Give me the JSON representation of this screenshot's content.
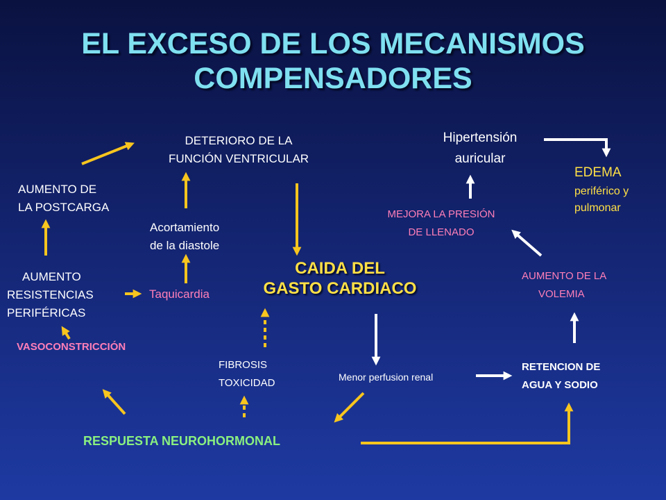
{
  "title": {
    "line1": "EL EXCESO DE LOS MECANISMOS",
    "line2": "COMPENSADORES"
  },
  "nodes": {
    "deterioro": [
      "DETERIORO DE LA",
      "FUNCIÓN VENTRICULAR"
    ],
    "postcarga": [
      "AUMENTO DE",
      "LA POSTCARGA"
    ],
    "acortamiento": [
      "Acortamiento",
      "de la diastole"
    ],
    "resistencias": [
      "AUMENTO",
      "RESISTENCIAS",
      "PERIFÉRICAS"
    ],
    "taquicardia": "Taquicardia",
    "caida": [
      "CAIDA DEL",
      "GASTO CARDIACO"
    ],
    "vasoconstriccion": "VASOCONSTRICCIÓN",
    "fibrosis": [
      "FIBROSIS",
      "TOXICIDAD"
    ],
    "respuesta": "RESPUESTA  NEUROHORMONAL",
    "hipertension": [
      "Hipertensión",
      "auricular"
    ],
    "edema": [
      "EDEMA",
      "periférico y",
      "pulmonar"
    ],
    "mejora": [
      "MEJORA LA PRESIÓN",
      "DE LLENADO"
    ],
    "volemia": [
      "AUMENTO DE LA",
      "VOLEMIA"
    ],
    "menor": "Menor perfusion renal",
    "retencion": [
      "RETENCION DE",
      "AGUA Y SODIO"
    ]
  },
  "colors": {
    "yellow_arrows": "#f7c51e",
    "white_arrows": "#ffffff",
    "title": "#7fe0f0",
    "pink_text": "#ff7fb8",
    "green_text": "#8af080",
    "main_text": "#ffe046"
  }
}
